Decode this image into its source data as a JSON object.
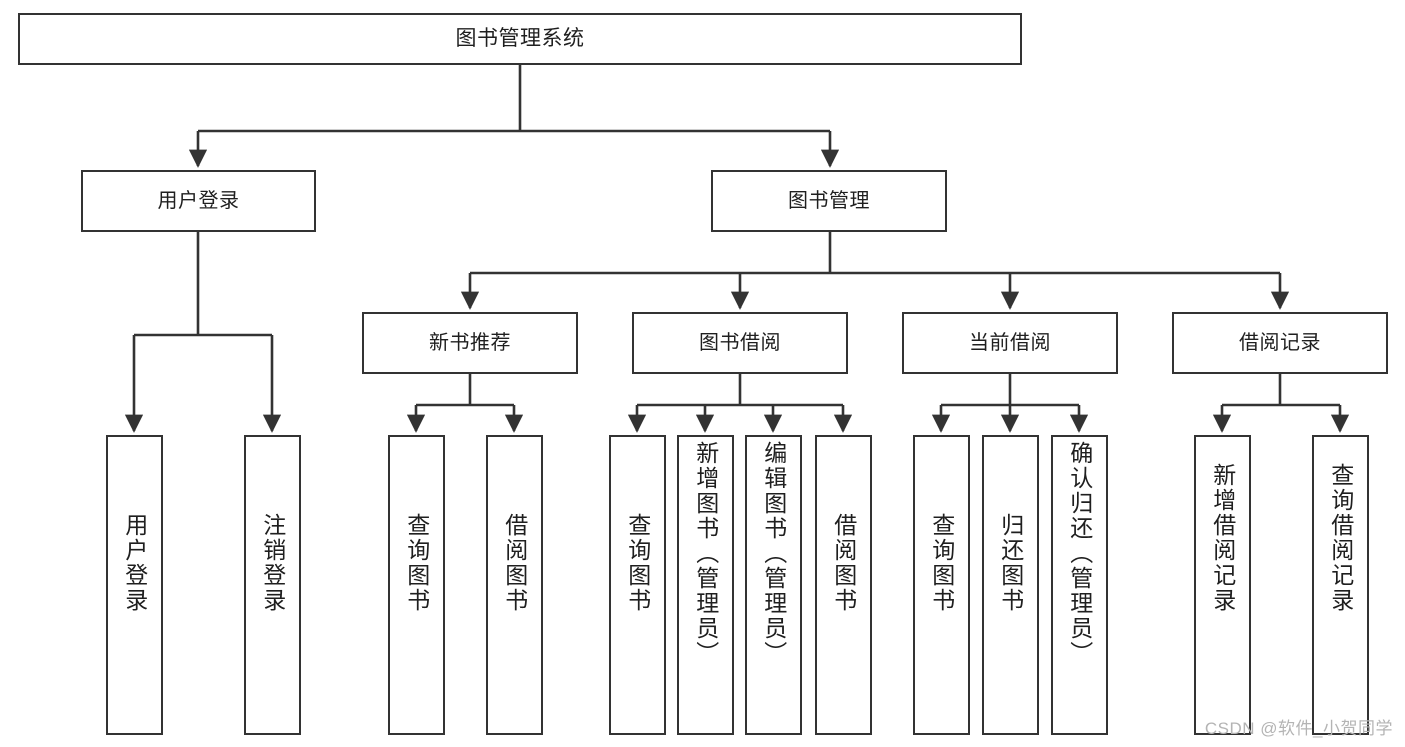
{
  "diagram": {
    "title": "图书管理系统",
    "type": "function-structure-tree",
    "watermark": "CSDN @软件_小贺同学",
    "colors": {
      "box_border": "#333333",
      "box_fill": "#ffffff",
      "connector": "#333333",
      "text": "#1f1f1f",
      "watermark": "#b4b4b4",
      "canvas": "#ffffff"
    },
    "root": {
      "label": "图书管理系统"
    },
    "level2": [
      {
        "label": "用户登录"
      },
      {
        "label": "图书管理"
      }
    ],
    "level3": [
      {
        "label": "新书推荐"
      },
      {
        "label": "图书借阅"
      },
      {
        "label": "当前借阅"
      },
      {
        "label": "借阅记录"
      }
    ],
    "leaves": {
      "user_login": [
        {
          "label": "用户登录"
        },
        {
          "label": "注销登录"
        }
      ],
      "new_book_recommend": [
        {
          "label": "查询图书"
        },
        {
          "label": "借阅图书"
        }
      ],
      "book_borrow": [
        {
          "label": "查询图书"
        },
        {
          "label": "新增图书（管理员）"
        },
        {
          "label": "编辑图书（管理员）"
        },
        {
          "label": "借阅图书"
        }
      ],
      "current_borrow": [
        {
          "label": "查询图书"
        },
        {
          "label": "归还图书"
        },
        {
          "label": "确认归还（管理员）"
        }
      ],
      "borrow_record": [
        {
          "label": "新增借阅记录"
        },
        {
          "label": "查询借阅记录"
        }
      ]
    }
  }
}
